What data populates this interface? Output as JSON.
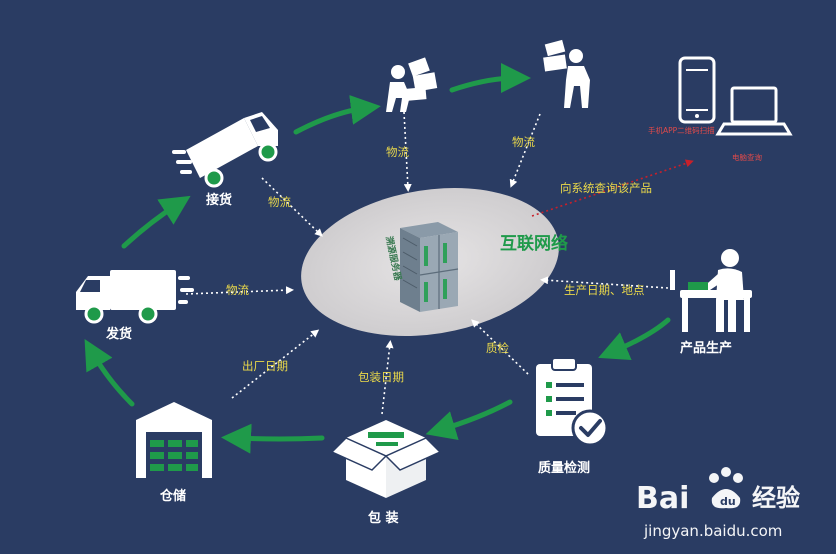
{
  "nodes": {
    "receive": "接货",
    "ship": "发货",
    "warehouse": "仓储",
    "package": "包 装",
    "quality": "质量检测",
    "production": "产品生产"
  },
  "flows": {
    "logistics_1": "物流",
    "logistics_2": "物流",
    "logistics_3": "物流",
    "logistics_4": "物流",
    "factory_date": "出厂日期",
    "package_date": "包装日期",
    "quality_check": "质检",
    "production_date_place": "生产日期、地点",
    "query_system": "向系统查询该产品"
  },
  "center": {
    "network": "互联网络",
    "server": "溯源服务器"
  },
  "devices": {
    "phone_label": "手机APP二维码扫描",
    "computer_label": "电脑查询"
  },
  "watermark": {
    "brand_left": "Bai",
    "brand_right": "经验",
    "url": "jingyan.baidu.com"
  },
  "colors": {
    "background": "#2a3c63",
    "arrow_green": "#1f9a4a",
    "flow_text": "#e9d84a",
    "ellipse": "#d9d7d8"
  }
}
